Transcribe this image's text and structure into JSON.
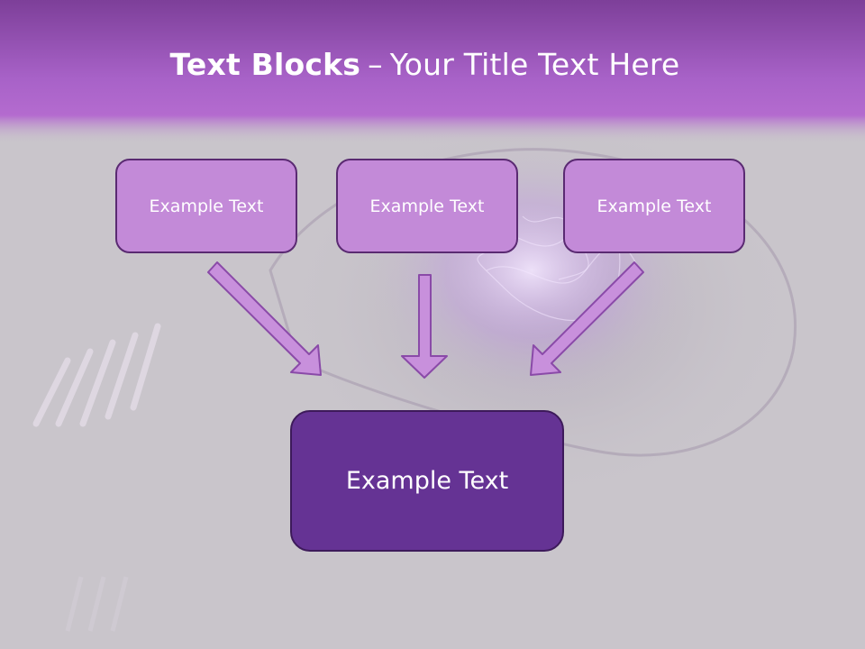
{
  "slide": {
    "title_bold": "Text Blocks",
    "title_separator": "–",
    "title_rest": "Your Title Text Here"
  },
  "blocks": {
    "top": [
      {
        "label": "Example Text"
      },
      {
        "label": "Example Text"
      },
      {
        "label": "Example Text"
      }
    ],
    "bottom": {
      "label": "Example Text"
    }
  },
  "colors": {
    "header_purple": "#a862c8",
    "top_box_fill": "#c38ad8",
    "bottom_box_fill": "#653394",
    "arrow_fill": "#c890dc",
    "border": "#5a2a72"
  }
}
